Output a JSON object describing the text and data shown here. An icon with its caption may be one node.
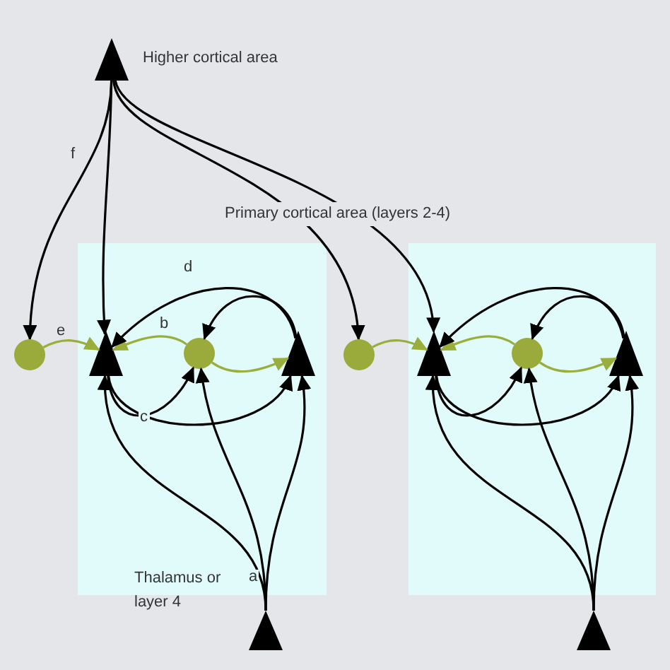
{
  "diagram": {
    "nodes": [
      {
        "text": [],
        "shape": "triangle",
        "beside": [
          "Higher cortical area"
        ]
      },
      {
        "text": [],
        "shape": "circle"
      },
      {
        "text": [],
        "shape": "box"
      },
      {
        "text": [],
        "shape": "triangle",
        "in": 2
      },
      {
        "text": [],
        "shape": "circle",
        "in": 2
      },
      {
        "text": [],
        "shape": "triangle",
        "in": 2
      },
      {
        "text": [],
        "shape": "circle"
      },
      {
        "text": [],
        "shape": "box"
      },
      {
        "text": [],
        "shape": "triangle",
        "in": 7
      },
      {
        "text": [],
        "shape": "circle",
        "in": 7
      },
      {
        "text": [],
        "shape": "triangle",
        "in": 7
      },
      {
        "text": [],
        "shape": "triangle",
        "beside": [
          "Thalamus or layer 4"
        ]
      },
      {
        "text": [],
        "shape": "triangle"
      }
    ],
    "edges": [
      {
        "from": 0,
        "to": 1,
        "arrow": "to",
        "label": "f"
      },
      {
        "from": 0,
        "to": 3,
        "arrow": "to"
      },
      {
        "from": 0,
        "to": 6,
        "arrow": "to"
      },
      {
        "from": 0,
        "to": 8,
        "arrow": "to"
      },
      {
        "from": 1,
        "to": 3,
        "arrow": "to",
        "label": "e",
        "color": "#9aae3c"
      },
      {
        "from": 4,
        "to": 3,
        "arrow": "to",
        "label": "b",
        "color": "#9aae3c"
      },
      {
        "from": 4,
        "to": 5,
        "arrow": "to",
        "color": "#9aae3c"
      },
      {
        "from": 5,
        "to": 3,
        "arrow": "to",
        "label": "d"
      },
      {
        "from": 5,
        "to": 4,
        "arrow": "to"
      },
      {
        "from": 3,
        "to": 4,
        "arrow": "to",
        "label": "c"
      },
      {
        "from": 3,
        "to": 5,
        "arrow": "to"
      },
      {
        "from": 11,
        "to": 3,
        "arrow": "to",
        "label": "a"
      },
      {
        "from": 11,
        "to": 4,
        "arrow": "to"
      },
      {
        "from": 11,
        "to": 5,
        "arrow": "to"
      },
      {
        "from": 6,
        "to": 8,
        "arrow": "to",
        "color": "#9aae3c"
      },
      {
        "from": 9,
        "to": 8,
        "arrow": "to",
        "color": "#9aae3c"
      },
      {
        "from": 9,
        "to": 10,
        "arrow": "to",
        "color": "#9aae3c"
      },
      {
        "from": 10,
        "to": 8,
        "arrow": "to"
      },
      {
        "from": 10,
        "to": 9,
        "arrow": "to"
      },
      {
        "from": 8,
        "to": 9,
        "arrow": "to"
      },
      {
        "from": 8,
        "to": 10,
        "arrow": "to"
      },
      {
        "from": 12,
        "to": 8,
        "arrow": "to"
      },
      {
        "from": 12,
        "to": 9,
        "arrow": "to"
      },
      {
        "from": 12,
        "to": 10,
        "arrow": "to"
      }
    ],
    "labels": [
      "Primary cortical area (layers 2-4)"
    ]
  }
}
